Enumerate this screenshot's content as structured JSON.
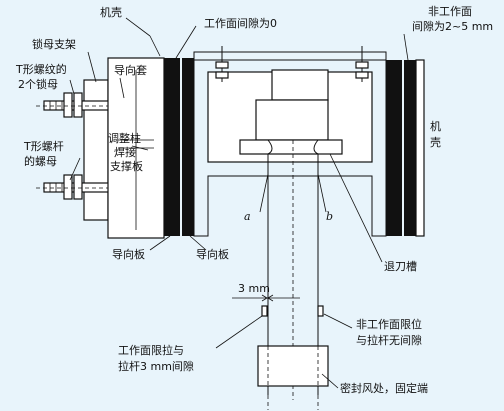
{
  "labels": {
    "machine_shell_top": "机壳",
    "work_gap_zero": "工作面间隙为0",
    "non_work_gap_line1": "非工作面",
    "non_work_gap_line2": "间隙为2~5 mm",
    "nut_bracket": "锁母支架",
    "t_thread_line1": "T形螺纹的",
    "t_thread_line2": "2个锁母",
    "guide_sleeve": "导向套",
    "t_screw_line1": "T形螺杆",
    "t_screw_line2": "的螺母",
    "adjust_col_line1": "调整柱",
    "adjust_col_line2": "焊接",
    "adjust_col_line3": "支撑板",
    "machine_shell_right_line1": "机",
    "machine_shell_right_line2": "壳",
    "point_a": "a",
    "point_b": "b",
    "guide_plate_left": "导向板",
    "guide_plate_right": "导向板",
    "relief_groove": "退刀槽",
    "dim_3mm": "3 mm",
    "work_limit_line1": "工作面限拉与",
    "work_limit_line2": "拉杆3 mm间隙",
    "non_work_limit_line1": "非工作面限位",
    "non_work_limit_line2": "与拉杆无间隙",
    "seal_fixed": "密封风处，固定端"
  },
  "colors": {
    "background": "#e8f4fb",
    "line": "#111111",
    "fill_dark": "#111111"
  }
}
